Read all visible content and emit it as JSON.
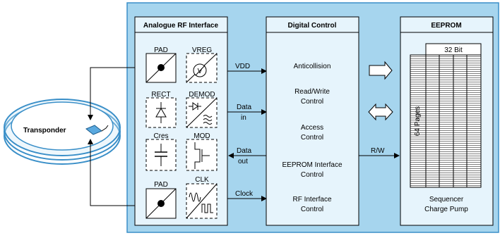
{
  "colors": {
    "background_panel": "#a6d5ee",
    "panel_border": "#3a8fc8",
    "block_fill": "#e6f4fc",
    "line": "#000000"
  },
  "transponder": {
    "label": "Transponder"
  },
  "rf_interface": {
    "title": "Analogue RF Interface",
    "components": [
      {
        "label": "PAD"
      },
      {
        "label": "VREG"
      },
      {
        "label": "RECT"
      },
      {
        "label": "DEMOD"
      },
      {
        "label": "Cres"
      },
      {
        "label": "MOD"
      },
      {
        "label": "PAD"
      },
      {
        "label": "CLK"
      }
    ],
    "vreg_symbol": "V"
  },
  "signals": [
    {
      "label_line1": "VDD",
      "label_line2": ""
    },
    {
      "label_line1": "Data",
      "label_line2": "in"
    },
    {
      "label_line1": "Data",
      "label_line2": "out"
    },
    {
      "label_line1": "Clock",
      "label_line2": ""
    }
  ],
  "digital_control": {
    "title": "Digital Control",
    "items": [
      {
        "line1": "Anticollision",
        "line2": ""
      },
      {
        "line1": "Read/Write",
        "line2": "Control"
      },
      {
        "line1": "Access",
        "line2": "Control"
      },
      {
        "line1": "EEPROM Interface",
        "line2": "Control"
      },
      {
        "line1": "RF Interface",
        "line2": "Control"
      }
    ]
  },
  "rw_label": "R/W",
  "eeprom": {
    "title": "EEPROM",
    "width_label": "32 Bit",
    "pages_label": "64 Pages",
    "footer_line1": "Sequencer",
    "footer_line2": "Charge Pump"
  }
}
